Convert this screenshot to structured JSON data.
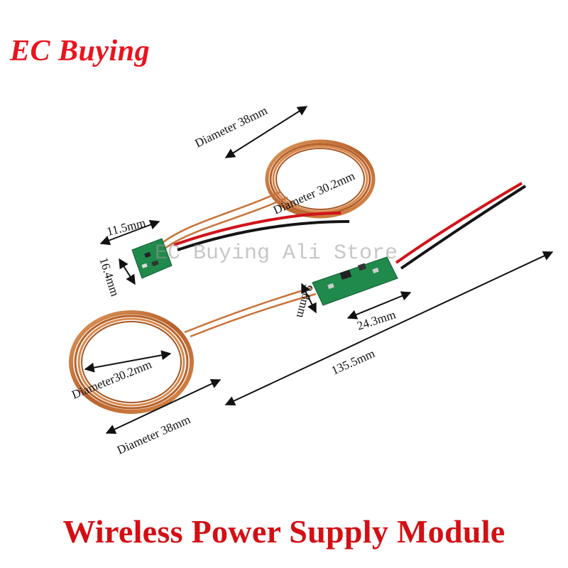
{
  "brand": {
    "logo_text": "EC Buying",
    "color": "#e8141e"
  },
  "watermark": "EC Buying Ali Store",
  "caption": {
    "text": "Wireless Power Supply Module",
    "color": "#d40f14"
  },
  "dimensions": {
    "top_coil_outer": "Diameter 38mm",
    "top_coil_inner": "Diameter 30.2mm",
    "small_board_width": "11.5mm",
    "small_board_height": "16.4mm",
    "long_board_width": "9.8mm",
    "long_board_length": "24.3mm",
    "overall_length": "135.5mm",
    "bottom_coil_inner": "Diameter30.2mm",
    "bottom_coil_outer": "Diameter 38mm"
  },
  "colors": {
    "copper": "#c8733a",
    "copper_dark": "#9a4f22",
    "pcb_green": "#1f8a4c",
    "wire_red": "#d0141a",
    "wire_black": "#151515"
  }
}
